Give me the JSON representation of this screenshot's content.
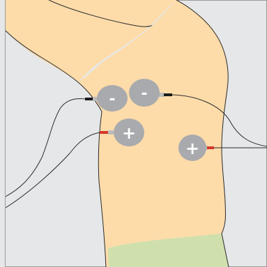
{
  "figure": {
    "colors": {
      "background": "#e6e7e8",
      "frame": "#9a9a9a",
      "skin": "#fddcaa",
      "outline": "#2a2a2a",
      "pants": "#cfe0ad",
      "electrode": "#a9aaad",
      "electrode_label": "#ffffff",
      "connector_negative": "#1a1a1a",
      "connector_positive": "#d4382b",
      "connector_stub": "#bcbcbc",
      "lead_wire": "#2b2b2b"
    },
    "electrodes": [
      {
        "id": "negative-1",
        "polarity": "negative",
        "label": "-"
      },
      {
        "id": "negative-2",
        "polarity": "negative",
        "label": "-"
      },
      {
        "id": "positive-1",
        "polarity": "positive",
        "label": "+"
      },
      {
        "id": "positive-2",
        "polarity": "positive",
        "label": "+"
      }
    ]
  }
}
